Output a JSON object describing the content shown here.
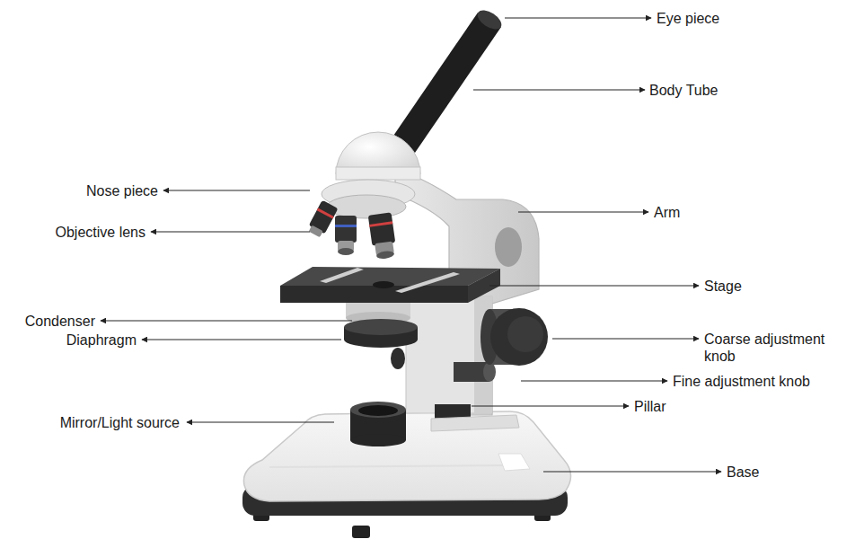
{
  "diagram": {
    "labels": [
      "Eye piece",
      "Body Tube",
      "Nose piece",
      "Objective lens",
      "Arm",
      "Stage",
      "Condenser",
      "Diaphragm",
      "Coarse adjustment knob",
      "Fine adjustment knob",
      "Pillar",
      "Mirror/Light source",
      "Base"
    ]
  }
}
